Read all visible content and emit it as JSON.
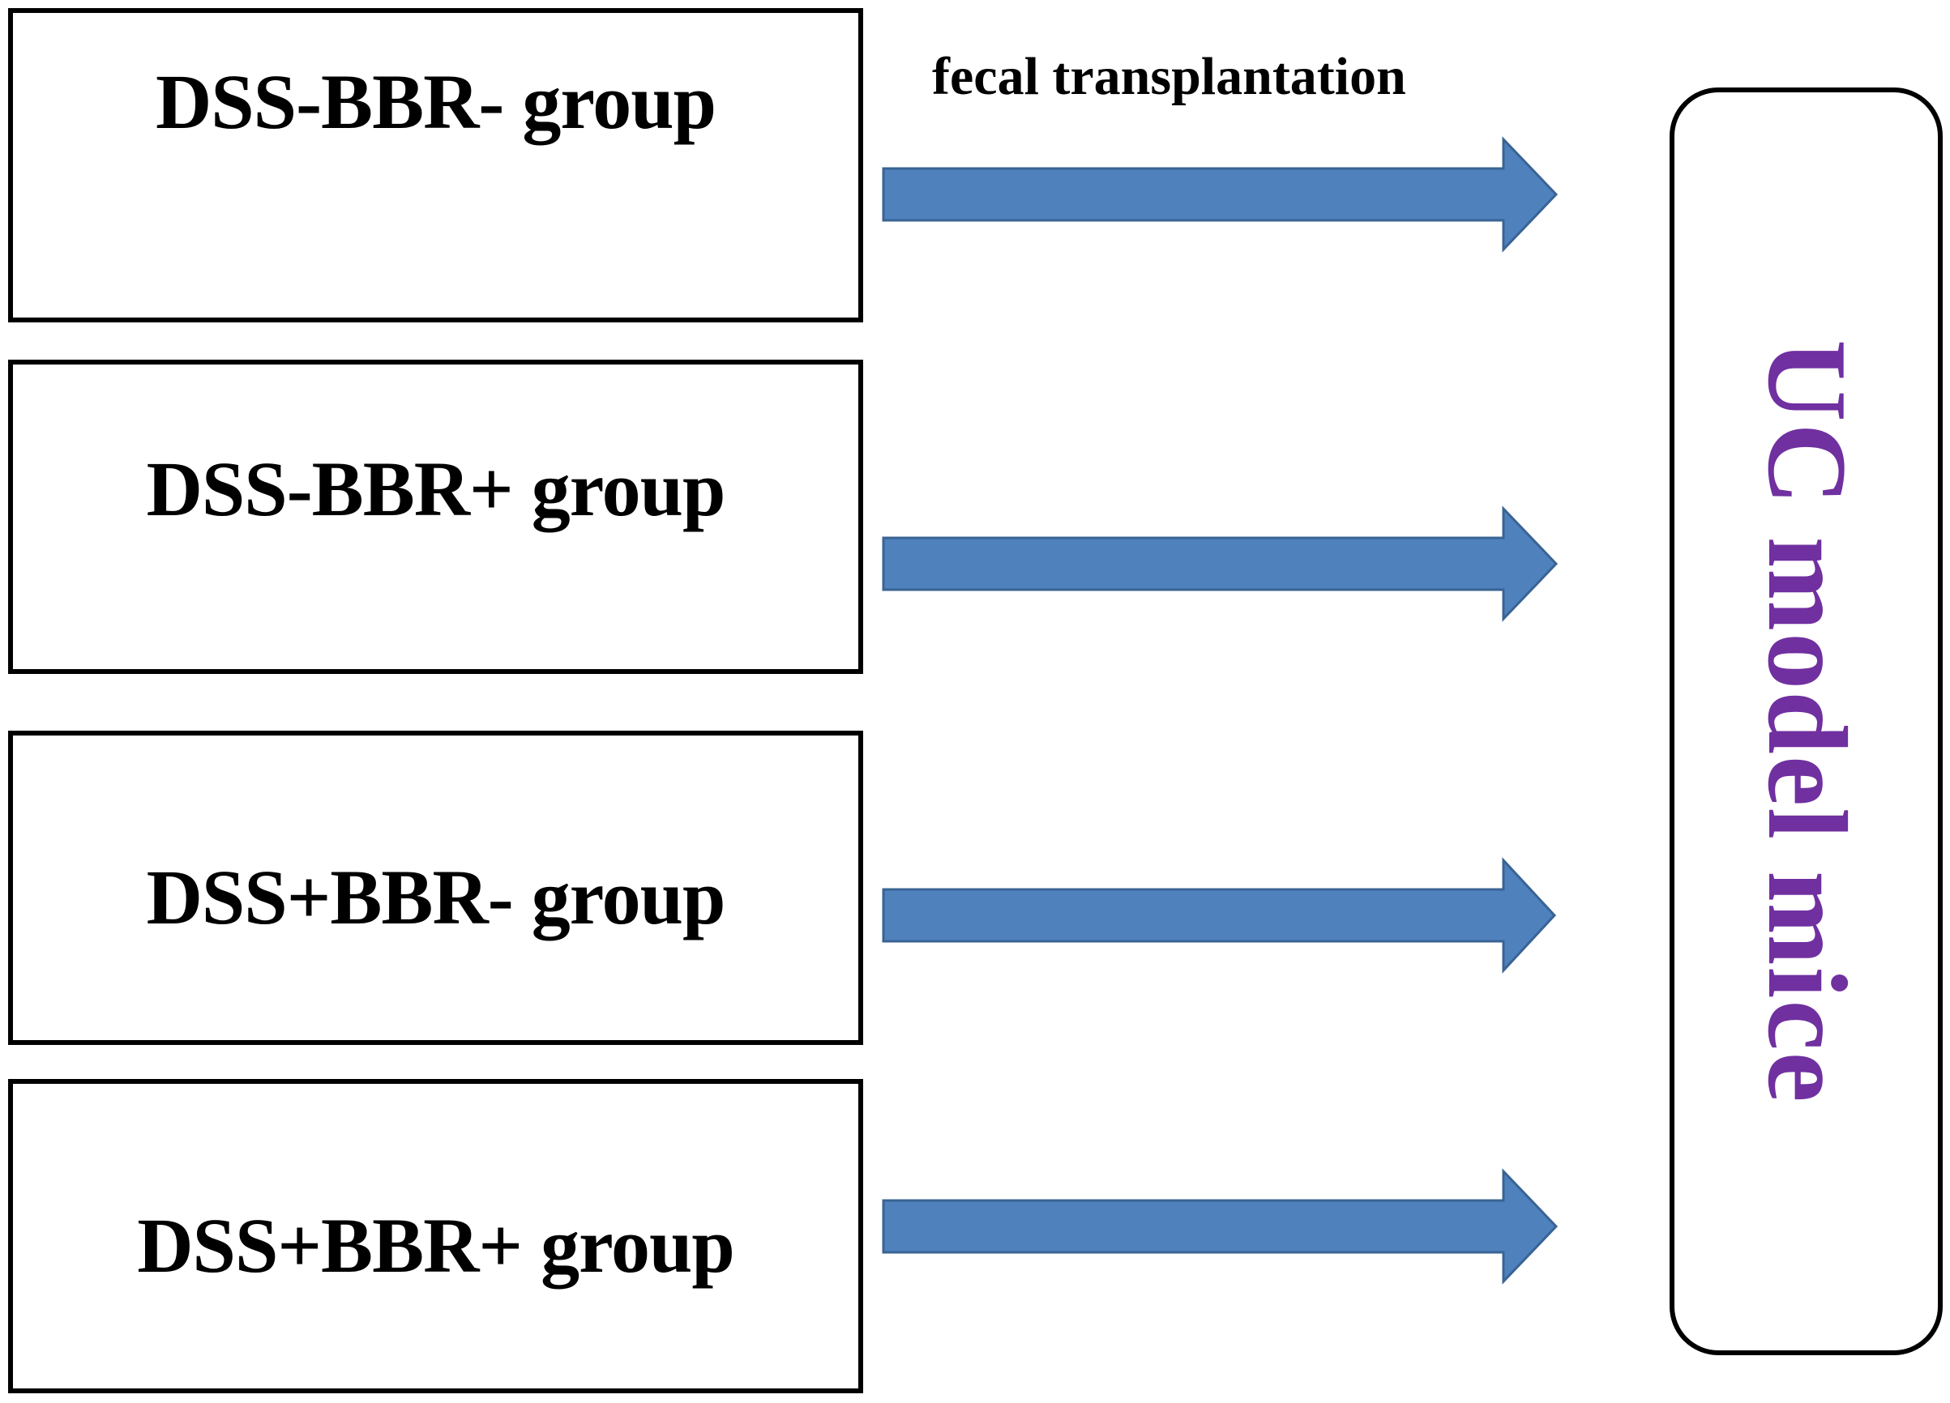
{
  "groups": [
    {
      "label": "DSS-BBR- group"
    },
    {
      "label": "DSS-BBR+ group"
    },
    {
      "label": "DSS+BBR- group"
    },
    {
      "label": "DSS+BBR+ group"
    }
  ],
  "arrow_caption": "fecal transplantation",
  "target": {
    "label": "UC model mice"
  },
  "colors": {
    "arrow_fill": "#4f81bd",
    "arrow_stroke": "#3a6394",
    "target_text": "#7030a0",
    "box_border": "#000000"
  }
}
